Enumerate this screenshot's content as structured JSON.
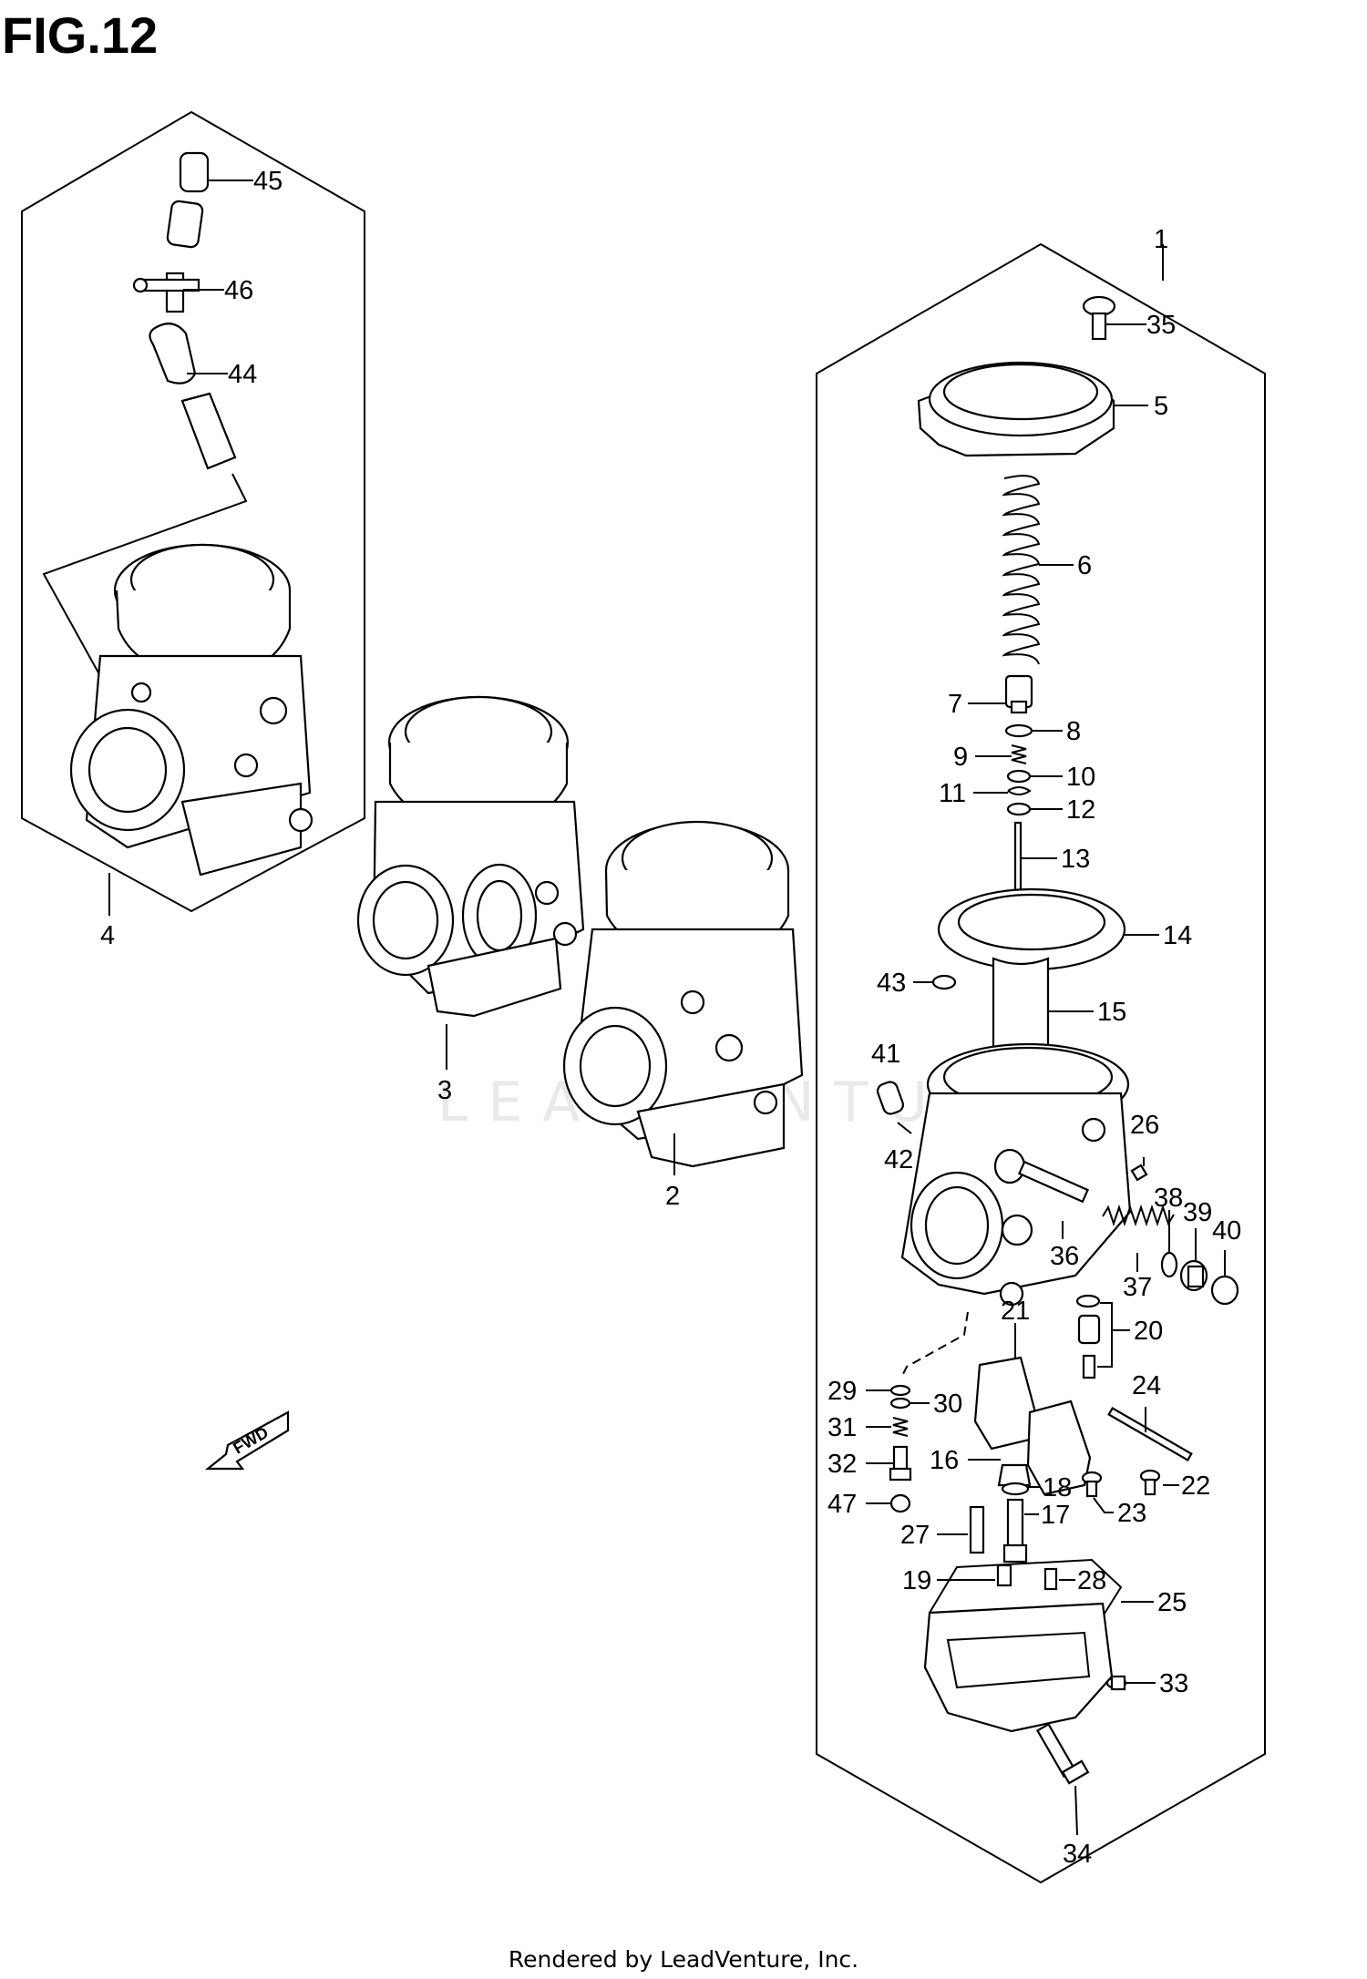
{
  "figure": {
    "title": "FIG.12"
  },
  "footer": {
    "credit": "Rendered by LeadVenture, Inc."
  },
  "watermark": {
    "text": "LEADVENTURE"
  },
  "fwd_badge": {
    "text": "FWD"
  },
  "callouts": {
    "c1": "1",
    "c2": "2",
    "c3": "3",
    "c4": "4",
    "c5": "5",
    "c6": "6",
    "c7": "7",
    "c8": "8",
    "c9": "9",
    "c10": "10",
    "c11": "11",
    "c12": "12",
    "c13": "13",
    "c14": "14",
    "c15": "15",
    "c16": "16",
    "c17": "17",
    "c18": "18",
    "c19": "19",
    "c20": "20",
    "c21": "21",
    "c22": "22",
    "c23": "23",
    "c24": "24",
    "c25": "25",
    "c26": "26",
    "c27": "27",
    "c28": "28",
    "c29": "29",
    "c30": "30",
    "c31": "31",
    "c32": "32",
    "c33": "33",
    "c34": "34",
    "c35": "35",
    "c36": "36",
    "c37": "37",
    "c38": "38",
    "c39": "39",
    "c40": "40",
    "c41": "41",
    "c42": "42",
    "c43": "43",
    "c44": "44",
    "c45": "45",
    "c46": "46",
    "c47": "47"
  }
}
